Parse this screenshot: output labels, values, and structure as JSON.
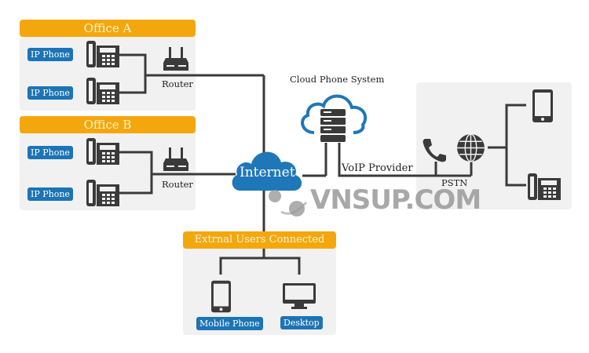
{
  "office_a": {
    "title": "Office A",
    "phones": [
      {
        "label": "IP Phone"
      },
      {
        "label": "IP Phone"
      }
    ],
    "router_label": "Router"
  },
  "office_b": {
    "title": "Office B",
    "phones": [
      {
        "label": "IP Phone"
      },
      {
        "label": "IP Phone"
      }
    ],
    "router_label": "Router"
  },
  "internet": {
    "label": "Internet"
  },
  "cloud_system": {
    "label": "Cloud Phone System"
  },
  "voip": {
    "label": "VoIP Provider"
  },
  "pstn": {
    "label": "PSTN"
  },
  "external": {
    "title": "Extrnal Users Connected",
    "devices": [
      {
        "label": "Mobile Phone"
      },
      {
        "label": "Desktop"
      }
    ]
  },
  "watermark": {
    "text": "VNSUP.COM"
  },
  "colors": {
    "accent_orange": "#f4a70d",
    "badge_blue": "#1c74b5",
    "cloud_blue": "#1f77b8",
    "line": "#3a3a3a"
  }
}
